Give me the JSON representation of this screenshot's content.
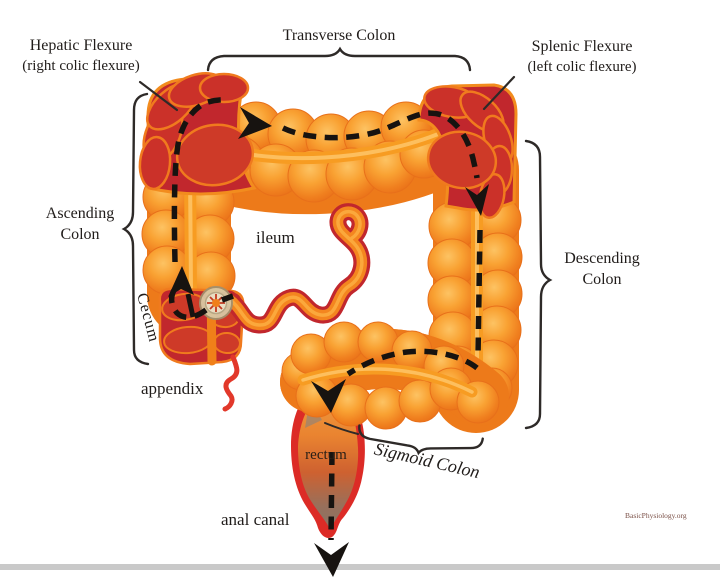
{
  "page": {
    "background": "#FFFFFF"
  },
  "labels": {
    "hepatic_flexure": {
      "line1": "Hepatic Flexure",
      "line2": "(right colic flexure)"
    },
    "transverse_colon": "Transverse Colon",
    "splenic_flexure": {
      "line1": "Splenic Flexure",
      "line2": "(left colic flexure)"
    },
    "ascending_colon": {
      "line1": "Ascending",
      "line2": "Colon"
    },
    "descending_colon": {
      "line1": "Descending",
      "line2": "Colon"
    },
    "ileum": "ileum",
    "cecum": "Cecum",
    "appendix": "appendix",
    "rectum": "rectum",
    "anal_canal": "anal canal",
    "sigmoid_colon": "Sigmoid Colon"
  },
  "watermark": "BasicPhysiology.org",
  "colors": {
    "colon_orange": "#F28C1E",
    "tube_base_orange": "#ED7A1A",
    "haustra_highlight": "#FDC363",
    "haustra_shadow": "#E96F18",
    "taenia_band": "#F79C22",
    "flexure_red": "#C1272D",
    "lobe_red": "#CB3129",
    "ileum_outline": "#C1272D",
    "rectum_border": "#DC2B26",
    "anal_canal_gray": "#837468",
    "flow_path_black": "#171310",
    "brace_color": "#2E2A28",
    "label_text": "#201C1A",
    "divider_gray": "#C9C9C9",
    "watermark_text": "#7B5148"
  },
  "icons": {
    "flow_arrowhead": "solid black dart ▼ on dashed flow path",
    "ileocecal_valve": "tan starburst ring at cecum"
  }
}
